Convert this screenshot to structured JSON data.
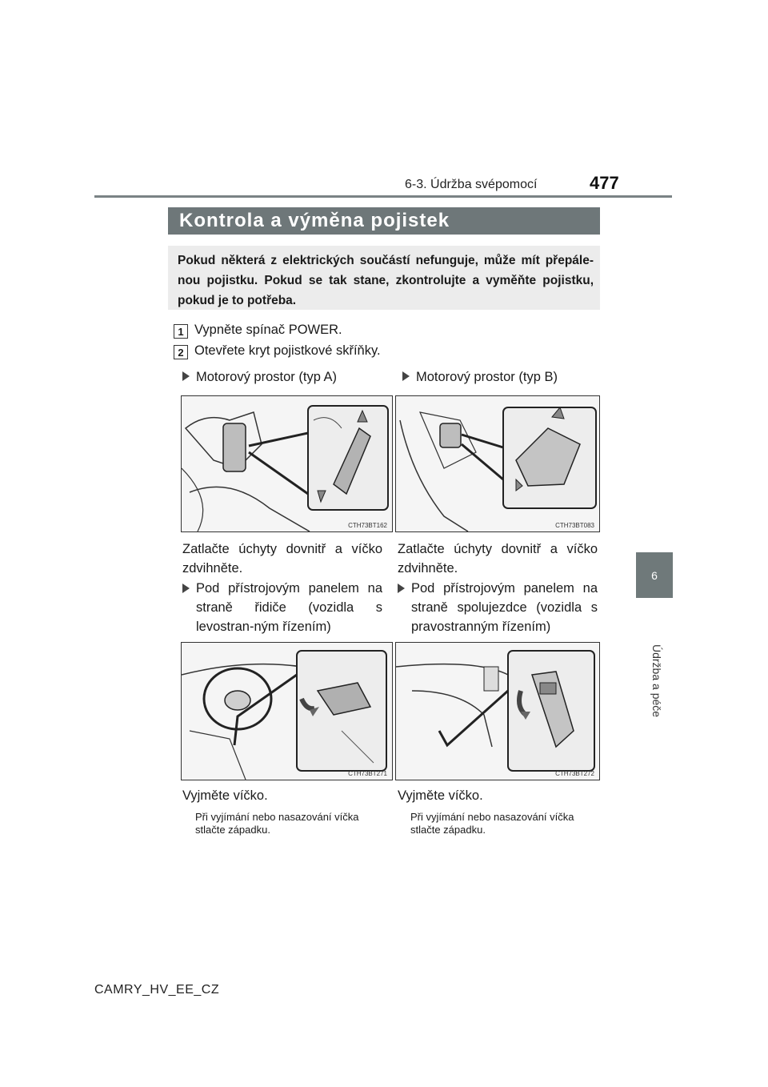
{
  "header": {
    "section": "6-3. Údržba svépomocí",
    "page_number": "477"
  },
  "side_tab": {
    "number": "6",
    "label": "Údržba a péče"
  },
  "title": "Kontrola a výměna pojistek",
  "intro": "Pokud některá z elektrických součástí nefunguje, může mít přepále-nou pojistku. Pokud se tak stane, zkontrolujte a vyměňte pojistku, pokud je to potřeba.",
  "steps": [
    {
      "num": "1",
      "text": "Vypněte spínač POWER."
    },
    {
      "num": "2",
      "text": "Otevřete kryt pojistkové skříňky."
    }
  ],
  "left_col": {
    "heading1": "Motorový prostor (typ A)",
    "fig1_code": "CTH73BT162",
    "text1": "Zatlačte úchyty dovnitř a víčko zdvihněte.",
    "heading2": "Pod přístrojovým panelem na straně řidiče (vozidla s levostran-ným řízením)",
    "fig2_code": "CTH73BT271",
    "text2": "Vyjměte víčko.",
    "note2": "Při vyjímání nebo nasazování víčka stlačte západku."
  },
  "right_col": {
    "heading1": "Motorový prostor (typ B)",
    "fig1_code": "CTH73BT083",
    "text1": "Zatlačte úchyty dovnitř a víčko zdvihněte.",
    "heading2": "Pod přístrojovým panelem na straně spolujezdce (vozidla s pravostranným řízením)",
    "fig2_code": "CTH73BT272",
    "text2": "Vyjměte víčko.",
    "note2": "Při vyjímání nebo nasazování víčka stlačte západku."
  },
  "footer": "CAMRY_HV_EE_CZ"
}
